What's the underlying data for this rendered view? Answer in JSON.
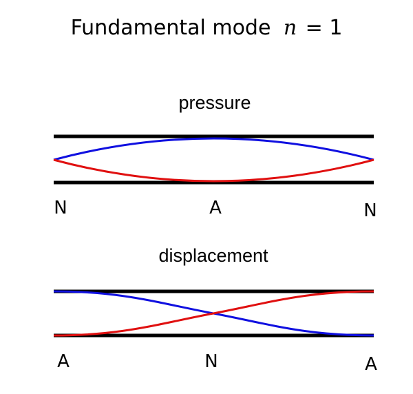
{
  "title": {
    "text": "Fundamental mode",
    "variable": "n",
    "relation": "= 1"
  },
  "pressure": {
    "label": "pressure",
    "node_labels": [
      "N",
      "A",
      "N"
    ]
  },
  "displacement": {
    "label": "displacement",
    "node_labels": [
      "A",
      "N",
      "A"
    ]
  },
  "colors": {
    "tube": "#000000",
    "wave_positive": "#1010e0",
    "wave_negative": "#e01010"
  }
}
